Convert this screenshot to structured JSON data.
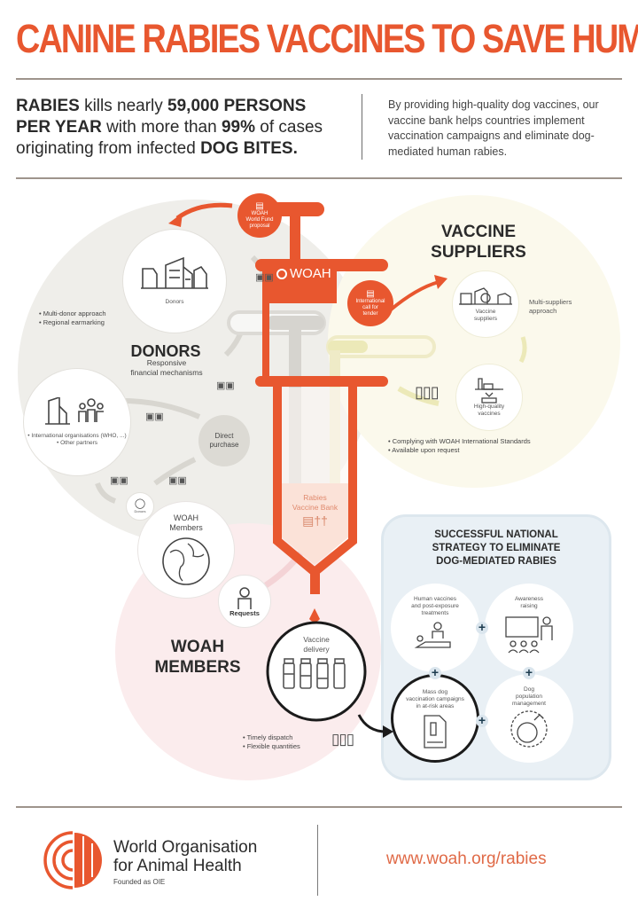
{
  "title": "CANINE RABIES VACCINES TO SAVE HUMAN LIVES",
  "intro": {
    "left_parts": [
      {
        "text": "RABIES",
        "bold": true
      },
      {
        "text": " kills nearly ",
        "bold": false
      },
      {
        "text": "59,000 PERSONS PER YEAR",
        "bold": true
      },
      {
        "text": " with more than ",
        "bold": false
      },
      {
        "text": "99%",
        "bold": true
      },
      {
        "text": " of cases originating from infected ",
        "bold": false
      },
      {
        "text": "DOG BITES.",
        "bold": true
      }
    ],
    "right": "By providing high-quality dog vaccines, our vaccine bank helps countries implement vaccination campaigns and eliminate dog-mediated human rabies."
  },
  "donors": {
    "heading": "DONORS",
    "subheading_line1": "Responsive",
    "subheading_line2": "financial mechanisms",
    "donors_circle_label": "Donors",
    "bullets": [
      "Multi-donor approach",
      "Regional earmarking"
    ],
    "partners_bullets": [
      "International organisations (WHO, ...)",
      "Other partners"
    ],
    "direct_purchase": "Direct purchase",
    "donors_small_label": "Donors"
  },
  "syringe": {
    "brand": "WOAH",
    "world_fund_bubble": [
      "WOAH",
      "World Fund",
      "proposal"
    ],
    "tender_bubble": [
      "International",
      "call for",
      "tender"
    ],
    "bank_label_line1": "Rabies",
    "bank_label_line2": "Vaccine Bank"
  },
  "suppliers": {
    "heading_line1": "VACCINE",
    "heading_line2": "SUPPLIERS",
    "suppliers_circle_line1": "Vaccine",
    "suppliers_circle_line2": "suppliers",
    "multi_suppliers_line1": "Multi-suppliers",
    "multi_suppliers_line2": "approach",
    "hq_line1": "High-quality",
    "hq_line2": "vaccines",
    "bullets": [
      "Complying with WOAH International Standards",
      "Available upon request"
    ]
  },
  "members": {
    "circle_line1": "WOAH",
    "circle_line2": "Members",
    "requests": "Requests",
    "heading_line1": "WOAH",
    "heading_line2": "MEMBERS"
  },
  "delivery": {
    "label_line1": "Vaccine",
    "label_line2": "delivery",
    "bullets": [
      "Timely dispatch",
      "Flexible quantities"
    ]
  },
  "strategy": {
    "heading": [
      "SUCCESSFUL NATIONAL",
      "STRATEGY TO ELIMINATE",
      "DOG-MEDIATED RABIES"
    ],
    "items": [
      {
        "lines": [
          "Human vaccines",
          "and post-exposure",
          "treatments"
        ]
      },
      {
        "lines": [
          "Awareness",
          "raising"
        ]
      },
      {
        "lines": [
          "Mass dog",
          "vaccination campaigns",
          "in at-risk areas"
        ]
      },
      {
        "lines": [
          "Dog",
          "population",
          "management"
        ]
      }
    ],
    "plus": "+"
  },
  "footer": {
    "org_line1": "World Organisation",
    "org_line2": "for Animal Health",
    "founded": "Founded as OIE",
    "url": "www.woah.org/rabies"
  },
  "colors": {
    "brand_orange": "#e8572f",
    "donors_bg": "#efeeea",
    "suppliers_bg": "#fbf9ec",
    "members_bg": "#fbeced",
    "strategy_bg": "#e9f0f5"
  }
}
